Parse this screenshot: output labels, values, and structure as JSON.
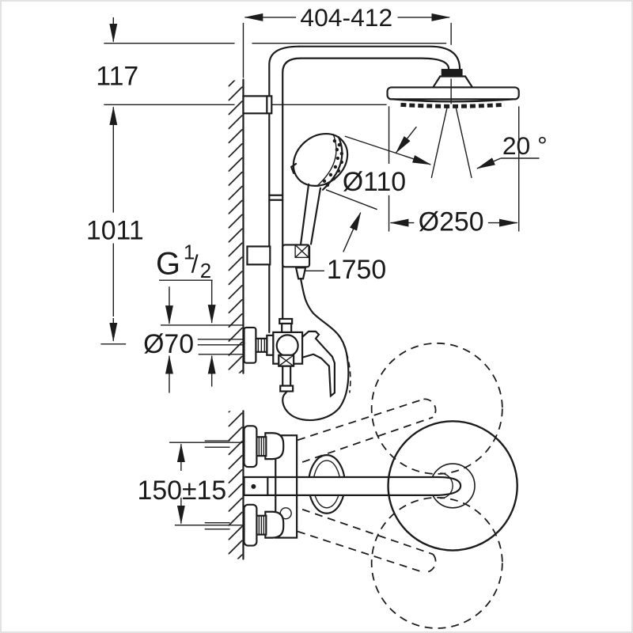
{
  "drawing": {
    "type": "shower-system-dimension-drawing",
    "labels": {
      "width_range": "404-412",
      "head_offset": "117",
      "height_total": "1011",
      "spray_angle": "20 °",
      "hand_shower_dia": "Ø110",
      "head_dia": "Ø250",
      "hose_length": "1750",
      "thread_g": "G",
      "thread_num": "1",
      "thread_slash": "/",
      "thread_den": "2",
      "connection_dia": "Ø70",
      "inlet_distance": "150±15"
    },
    "colors": {
      "line": "#1c1c1c",
      "background": "#ffffff",
      "frame_border": "#e2e2e2"
    }
  }
}
